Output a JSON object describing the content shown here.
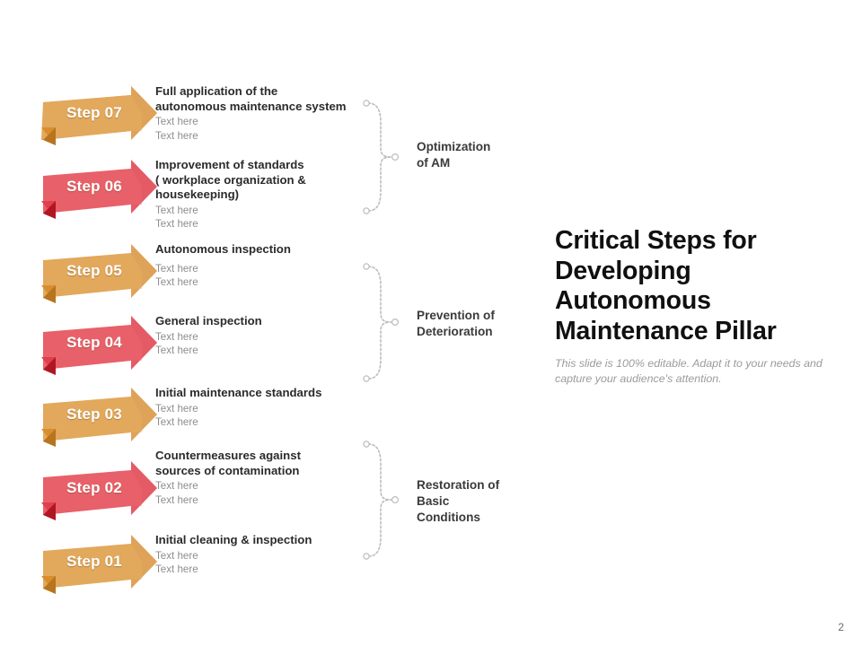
{
  "slide": {
    "page_number": "2",
    "background_color": "#ffffff"
  },
  "colors": {
    "arrow_orange": "#E2A85C",
    "arrow_orange_dark": "#C98A3D",
    "arrow_orange_fold": "#D98E2E",
    "arrow_red": "#E8606A",
    "arrow_red_dark": "#D94552",
    "arrow_red_fold": "#C3202B",
    "step_label_text": "#ffffff",
    "title_text": "#101010",
    "subtitle_text": "#9b9b9b",
    "step_title_text": "#2b2b2b",
    "step_sub_text": "#8e8e8e",
    "bracket_line": "#bdbdbd"
  },
  "steps": [
    {
      "label": "Step 07",
      "color": "orange",
      "title": "Full application of the\nautonomous maintenance system",
      "sub1": "Text here",
      "sub2": "Text here"
    },
    {
      "label": "Step 06",
      "color": "red",
      "title": "Improvement of standards\n( workplace organization &\nhousekeeping)",
      "sub1": "Text here",
      "sub2": "Text here"
    },
    {
      "label": "Step 05",
      "color": "orange",
      "title": "Autonomous  inspection",
      "sub1": "Text here",
      "sub2": "Text here"
    },
    {
      "label": "Step 04",
      "color": "red",
      "title": "General inspection",
      "sub1": "Text here",
      "sub2": "Text here"
    },
    {
      "label": "Step 03",
      "color": "orange",
      "title": "Initial maintenance standards",
      "sub1": "Text here",
      "sub2": "Text here"
    },
    {
      "label": "Step 02",
      "color": "red",
      "title": "Countermeasures against\nsources of contamination",
      "sub1": "Text here",
      "sub2": "Text here"
    },
    {
      "label": "Step 01",
      "color": "orange",
      "title": "Initial cleaning & inspection",
      "sub1": "Text here",
      "sub2": "Text here"
    }
  ],
  "groups": [
    {
      "label": "Optimization\nof AM"
    },
    {
      "label": "Prevention of\nDeterioration"
    },
    {
      "label": "Restoration of\nBasic\nConditions"
    }
  ],
  "right_panel": {
    "title": "Critical Steps for Developing Autonomous Maintenance Pillar",
    "subtitle": "This slide is 100% editable. Adapt it to your needs and capture your audience's attention."
  }
}
